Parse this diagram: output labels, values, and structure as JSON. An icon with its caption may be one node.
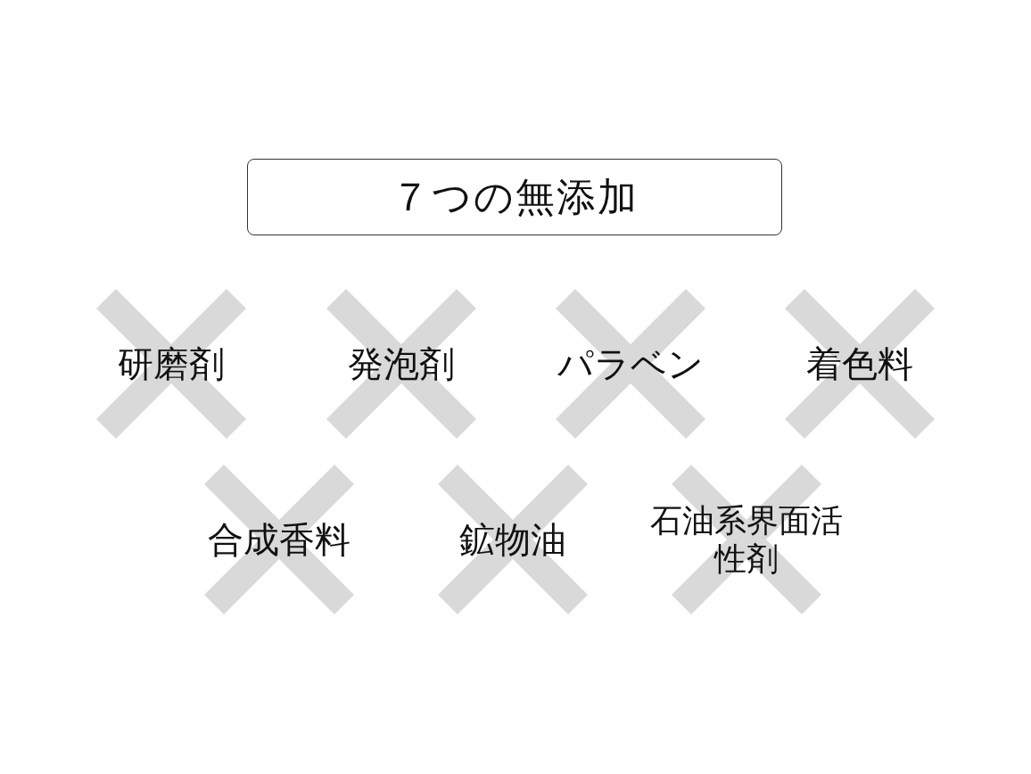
{
  "diagram": {
    "nodes": [
      {
        "text": [
          "７つの無添加"
        ]
      },
      {
        "text": [
          "研磨剤"
        ]
      },
      {
        "text": [
          "発泡剤"
        ]
      },
      {
        "text": [
          "パラベン"
        ]
      },
      {
        "text": [
          "着色料"
        ]
      },
      {
        "text": [
          "合成香料"
        ]
      },
      {
        "text": [
          "鉱物油"
        ]
      },
      {
        "text": [
          "石油系界面活性剤"
        ]
      }
    ]
  }
}
